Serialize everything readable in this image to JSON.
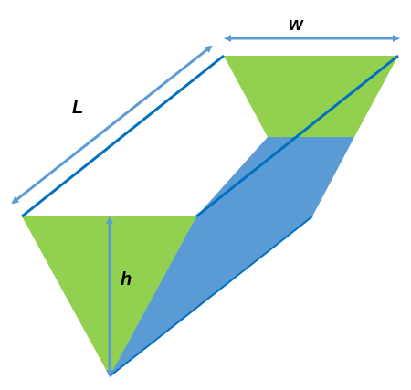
{
  "labels": {
    "length": "L",
    "width": "w",
    "height": "h"
  },
  "colors": {
    "green_face": "#92D050",
    "blue_face": "#5B9BD5",
    "blue_edge": "#0070C0",
    "dimension_arrow": "#5B9BD5",
    "label_text": "#000000"
  }
}
